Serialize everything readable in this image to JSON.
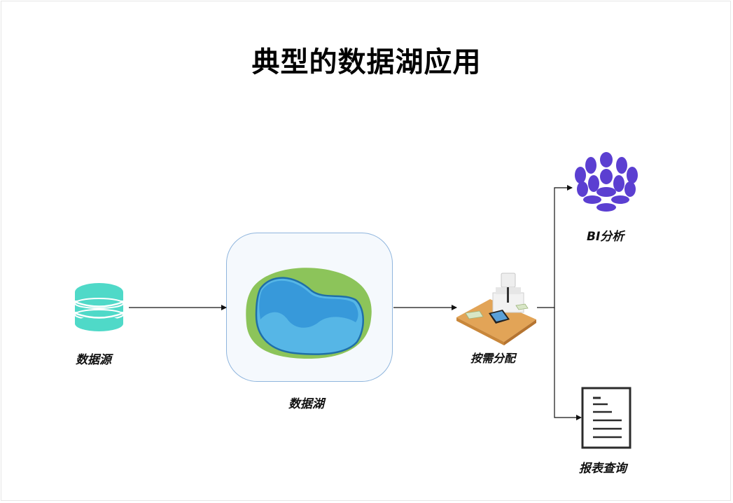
{
  "title": "典型的数据湖应用",
  "nodes": {
    "source": {
      "label": "数据源",
      "icon": "database-icon"
    },
    "lake": {
      "label": "数据湖",
      "icon": "lake-icon"
    },
    "distribute": {
      "label": "按需分配",
      "icon": "person-desk-icon"
    },
    "bi": {
      "label": "BI分析",
      "icon": "cube-icon"
    },
    "report": {
      "label": "报表查询",
      "icon": "document-icon"
    }
  },
  "colors": {
    "database": "#4fd9c8",
    "lake_green": "#8cc45a",
    "lake_water": "#3aa6e0",
    "lake_box_border": "#8fb5dd",
    "bi_purple": "#5b3fd1",
    "desk": "#e2a457"
  },
  "edges": [
    {
      "from": "source",
      "to": "lake"
    },
    {
      "from": "lake",
      "to": "distribute"
    },
    {
      "from": "distribute",
      "to": "bi"
    },
    {
      "from": "distribute",
      "to": "report"
    }
  ]
}
